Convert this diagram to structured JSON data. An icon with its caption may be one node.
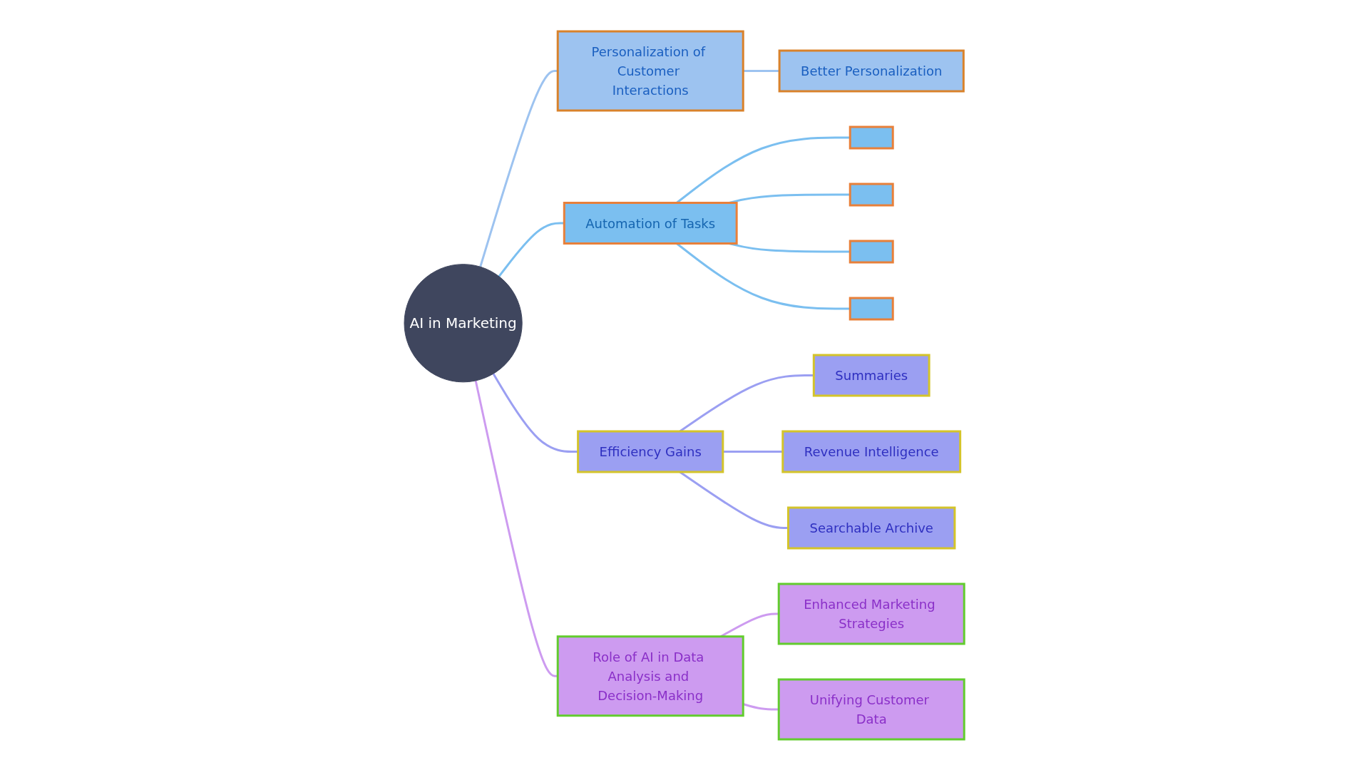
{
  "diagram": {
    "nodes": [
      {
        "text": [
          "AI in Marketing"
        ]
      },
      {
        "text": [
          "Better Personalization"
        ]
      },
      {
        "text": [
          "Personalization of Customer Interactions"
        ]
      },
      {
        "text": [
          "Automation of Tasks"
        ]
      },
      {
        "text": [],
        "shape": "box"
      },
      {
        "text": [],
        "shape": "box"
      },
      {
        "text": [],
        "shape": "box"
      },
      {
        "text": [],
        "shape": "box"
      },
      {
        "text": [
          "Efficiency Gains"
        ]
      },
      {
        "text": [
          "Summaries"
        ]
      },
      {
        "text": [
          "Revenue Intelligence"
        ]
      },
      {
        "text": [
          "Searchable Archive"
        ]
      },
      {
        "text": [
          "Role of AI in Data Analysis and Decision-Making"
        ]
      },
      {
        "text": [
          "Enhanced Marketing Strategies"
        ]
      },
      {
        "text": [
          "Unifying Customer Data"
        ]
      }
    ],
    "edges": [
      {
        "from": 0,
        "to": 2,
        "arrow": "none",
        "color": "#9dc3f0"
      },
      {
        "from": 2,
        "to": 1,
        "arrow": "none",
        "color": "#9dc3f0"
      },
      {
        "from": 0,
        "to": 3,
        "arrow": "none",
        "color": "#7bbff0"
      },
      {
        "from": 3,
        "to": 4,
        "arrow": "none",
        "color": "#7bbff0"
      },
      {
        "from": 3,
        "to": 5,
        "arrow": "none",
        "color": "#7bbff0"
      },
      {
        "from": 3,
        "to": 6,
        "arrow": "none",
        "color": "#7bbff0"
      },
      {
        "from": 3,
        "to": 7,
        "arrow": "none",
        "color": "#7bbff0"
      },
      {
        "from": 0,
        "to": 8,
        "arrow": "none",
        "color": "#9b9ff2"
      },
      {
        "from": 8,
        "to": 9,
        "arrow": "none",
        "color": "#9b9ff2"
      },
      {
        "from": 8,
        "to": 10,
        "arrow": "none",
        "color": "#9b9ff2"
      },
      {
        "from": 8,
        "to": 11,
        "arrow": "none",
        "color": "#9b9ff2"
      },
      {
        "from": 0,
        "to": 12,
        "arrow": "none",
        "color": "#cd9bf0"
      },
      {
        "from": 12,
        "to": 13,
        "arrow": "none",
        "color": "#cd9bf0"
      },
      {
        "from": 12,
        "to": 14,
        "arrow": "none",
        "color": "#cd9bf0"
      }
    ]
  }
}
